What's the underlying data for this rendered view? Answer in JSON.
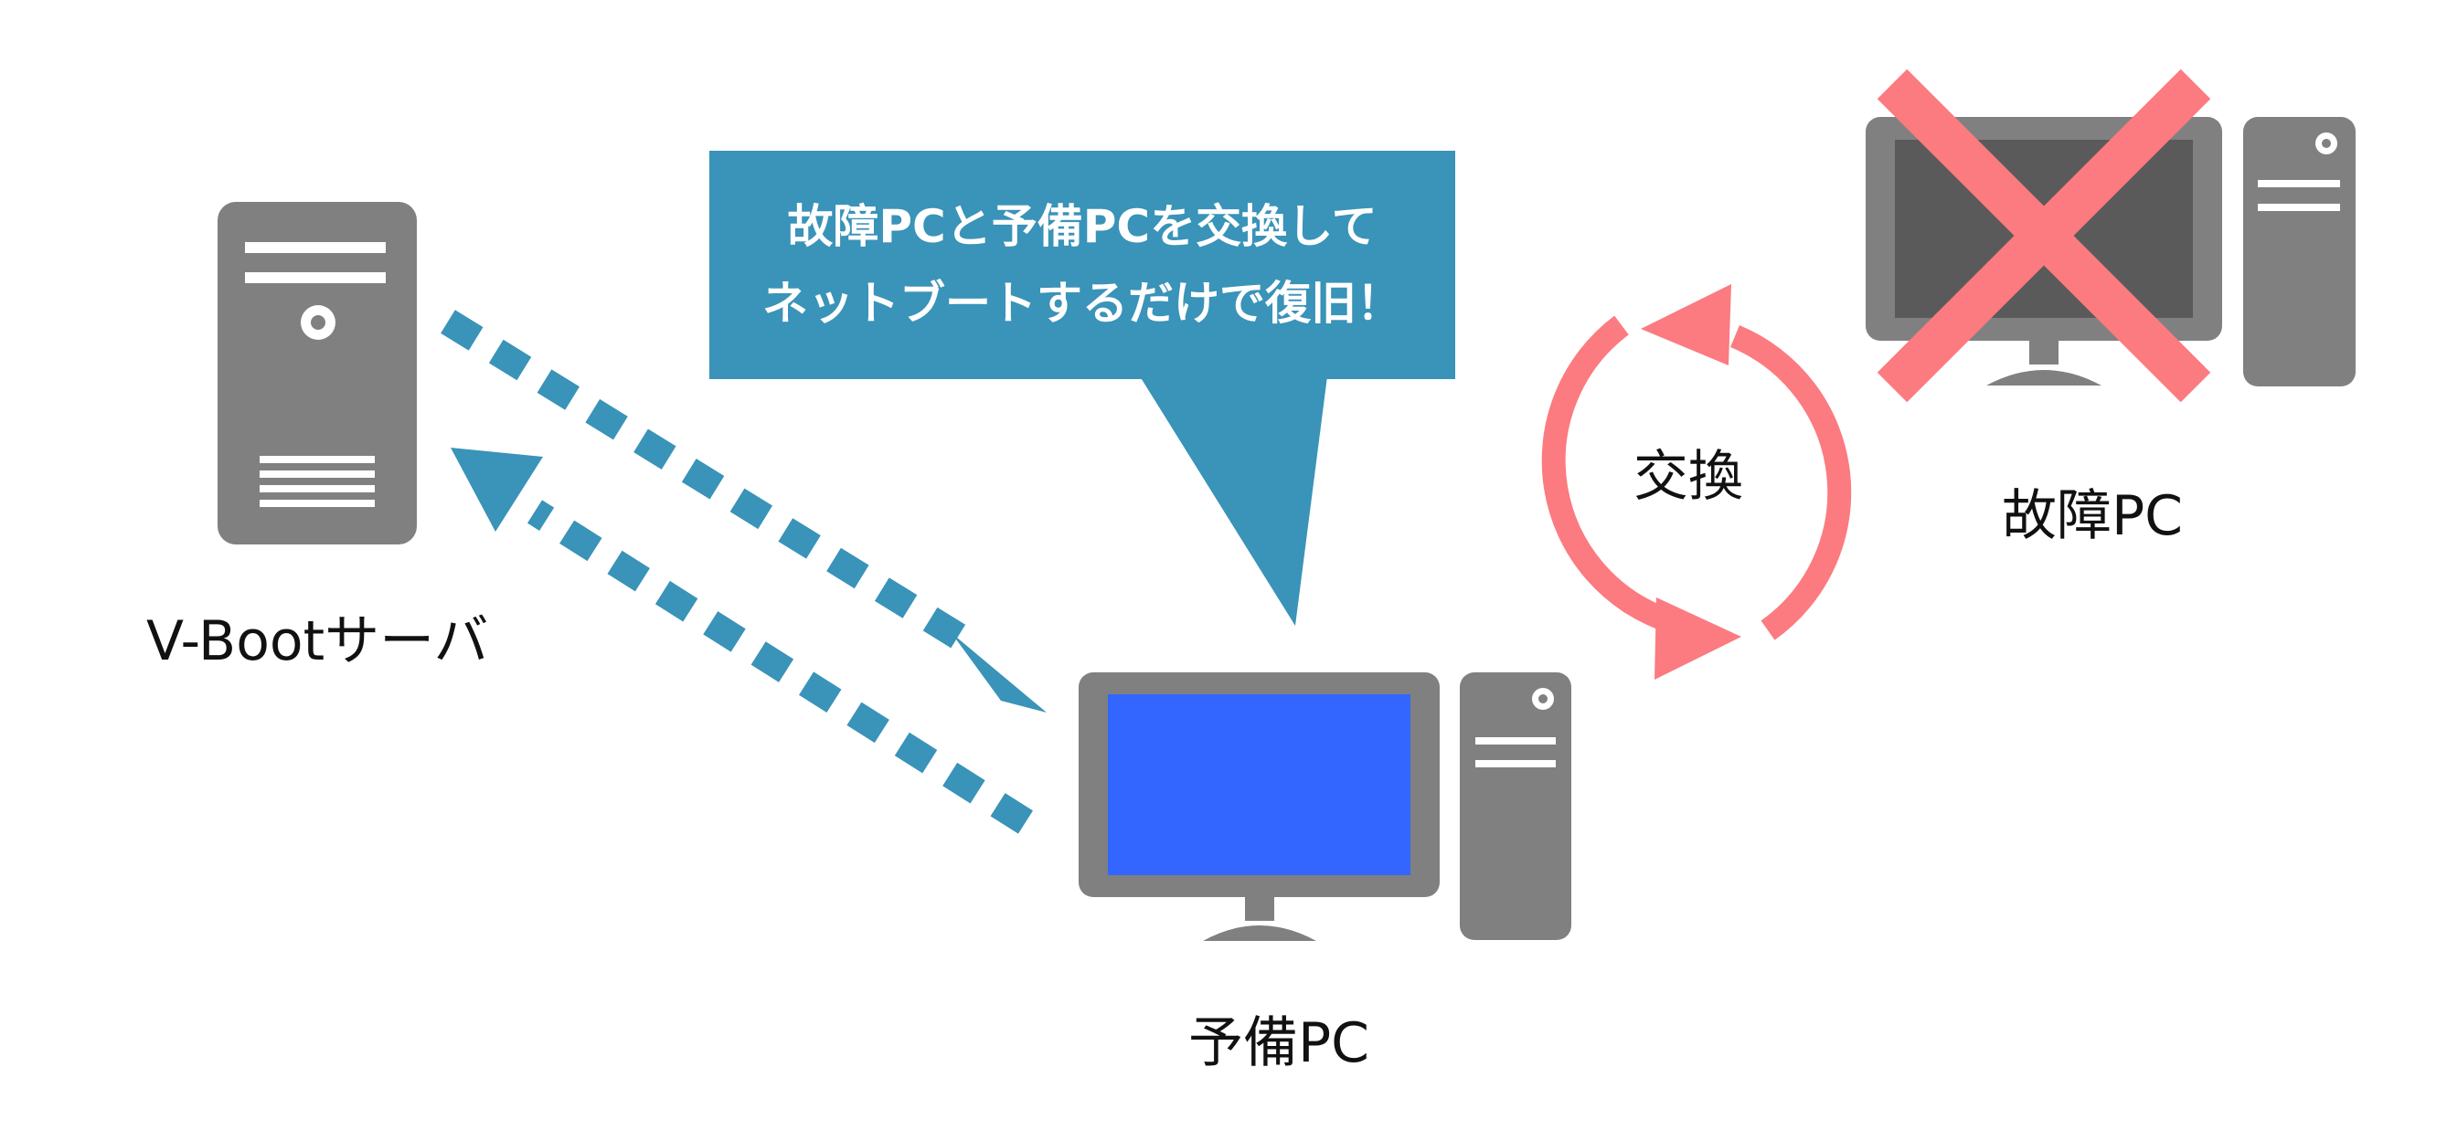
{
  "colors": {
    "device_gray": "#808080",
    "screen_dark": "#5a5a5a",
    "screen_blue": "#3366ff",
    "flow_blue": "#3a93b8",
    "exchange_pink": "#fb7b80",
    "text": "#111111",
    "background": "#ffffff"
  },
  "icons": {
    "server": "server-tower-icon",
    "spare_pc": "desktop-pc-icon",
    "failed_pc": "desktop-pc-icon",
    "failure_mark": "x-mark-icon",
    "exchange": "circular-arrows-icon"
  },
  "labels": {
    "server": "V-Bootサーバ",
    "spare_pc": "予備PC",
    "failed_pc": "故障PC",
    "exchange": "交換"
  },
  "callout": {
    "line1": "故障PCと予備PCを交換して",
    "line2": "ネットブートするだけで復旧！"
  }
}
